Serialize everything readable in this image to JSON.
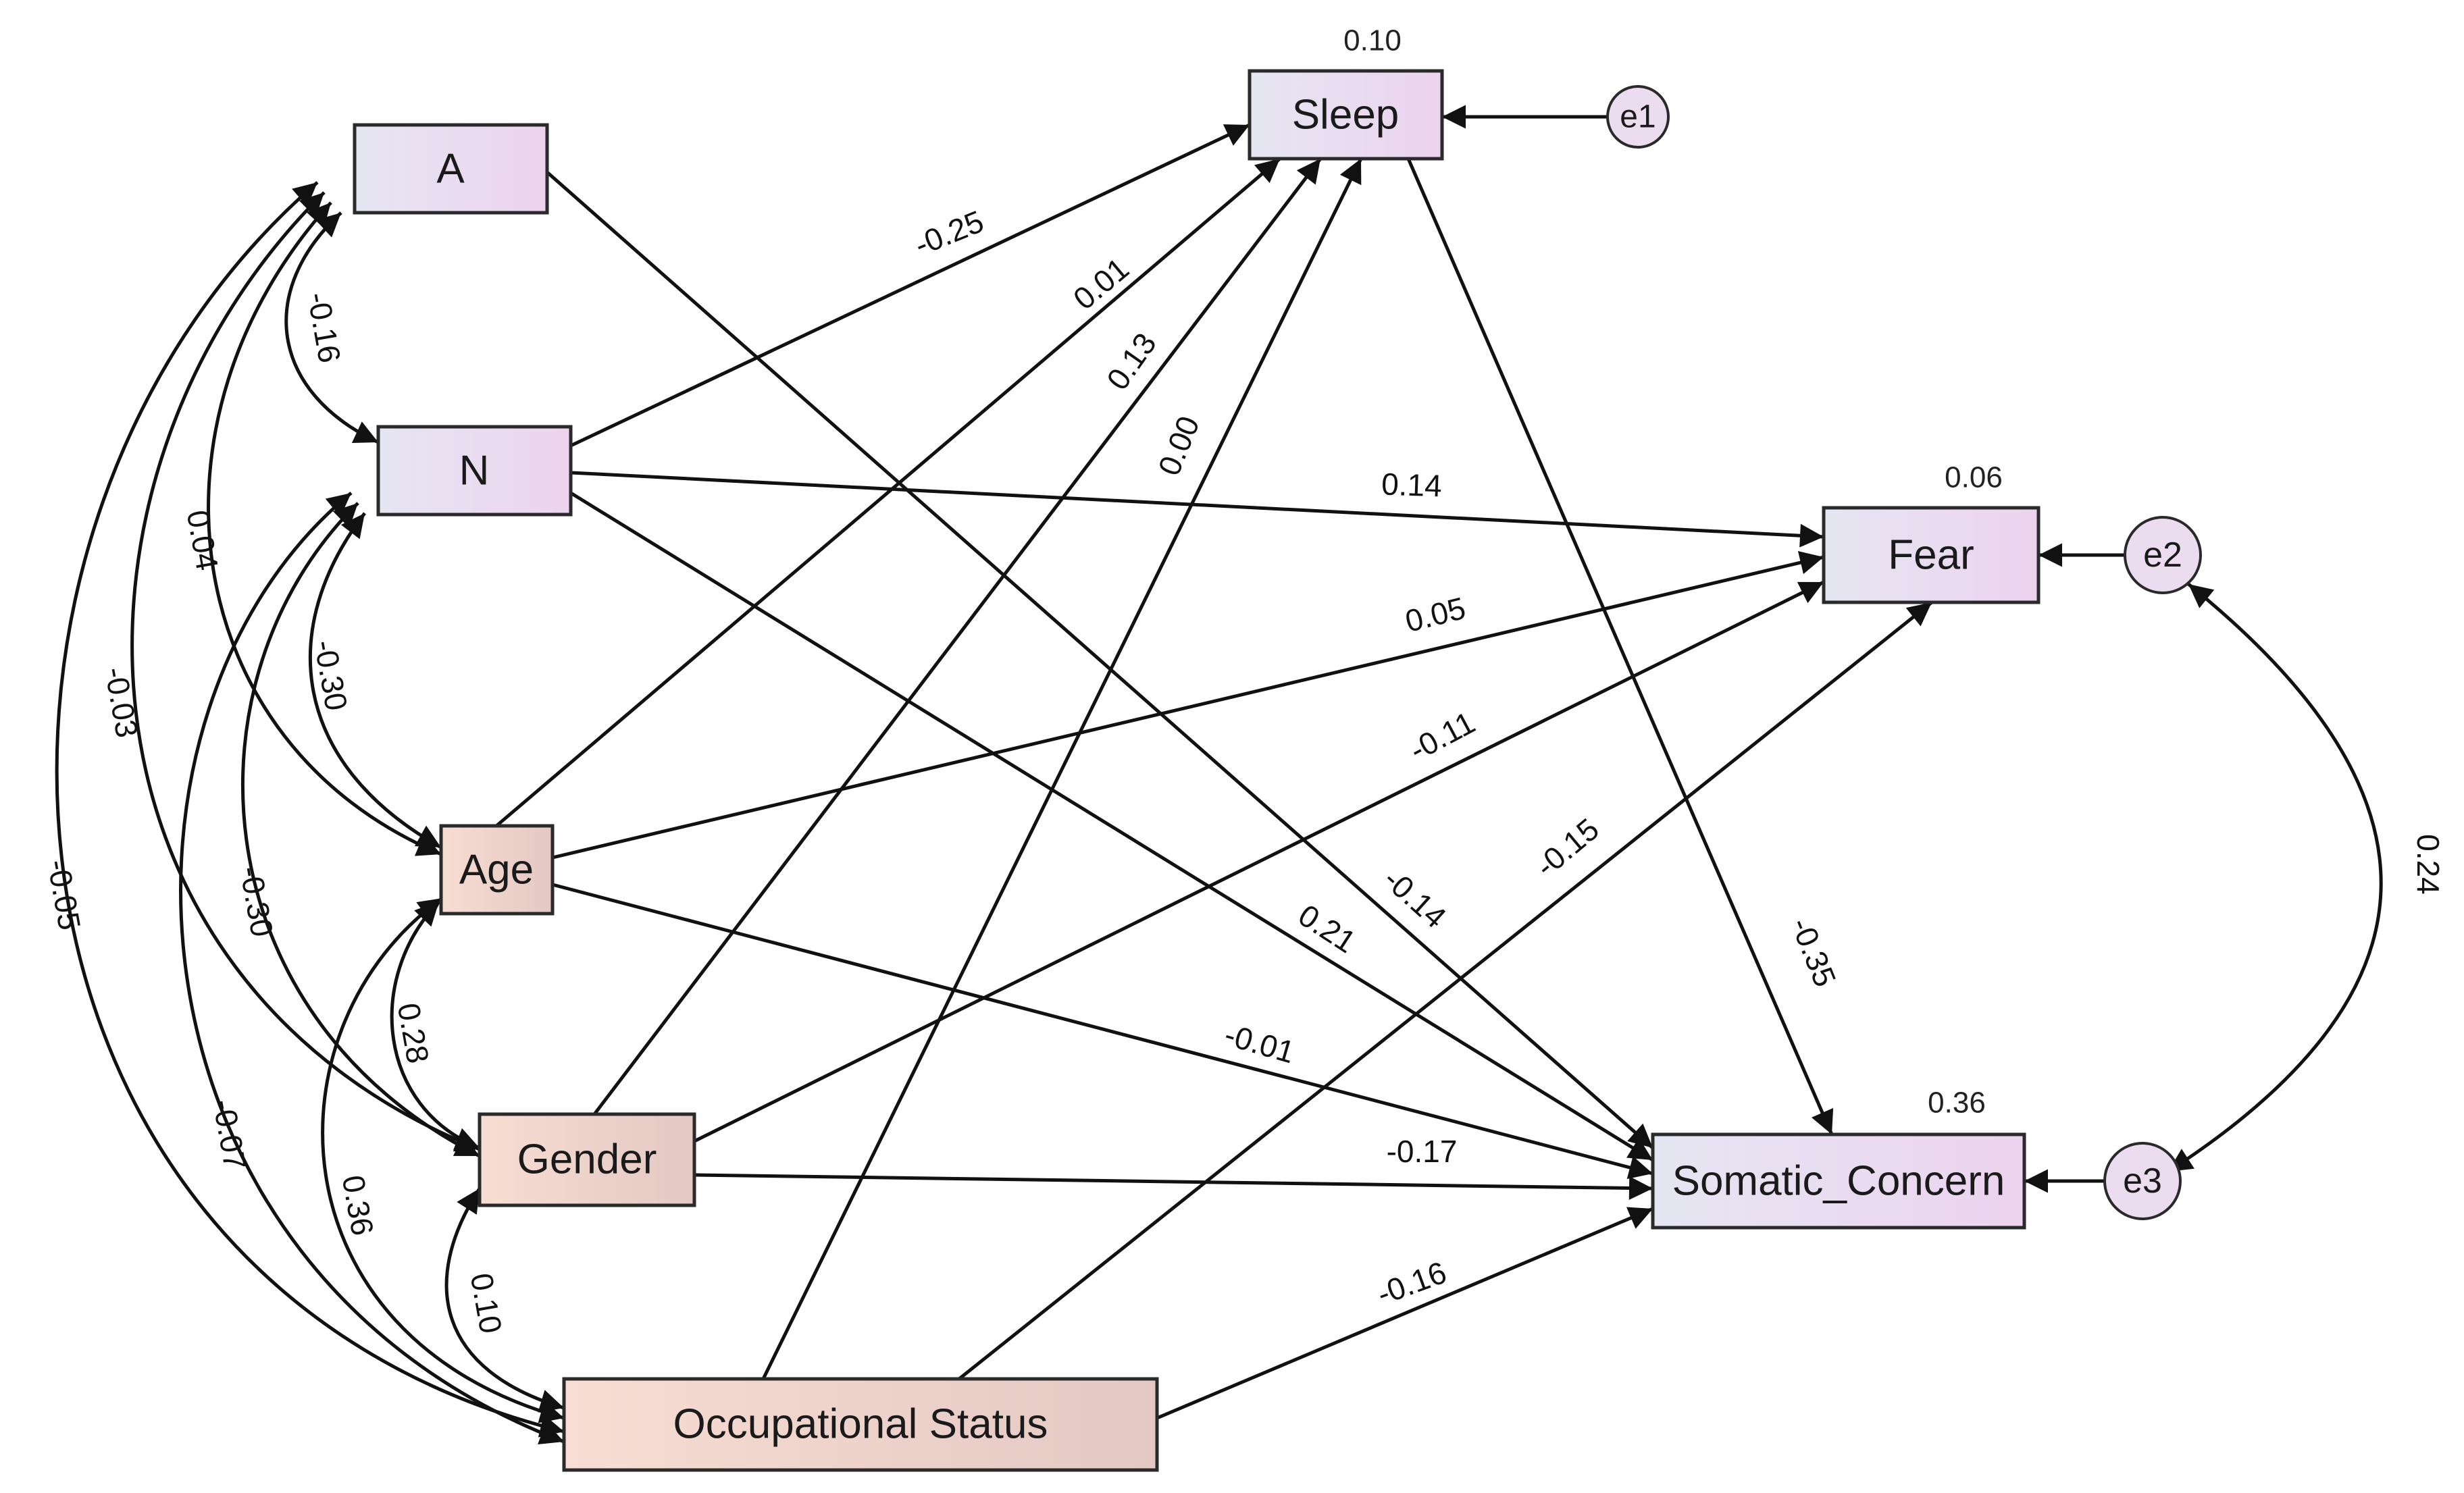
{
  "nodes": {
    "A": {
      "label": "A"
    },
    "N": {
      "label": "N"
    },
    "Age": {
      "label": "Age"
    },
    "Gender": {
      "label": "Gender"
    },
    "Occ": {
      "label": "Occupational Status"
    },
    "Sleep": {
      "label": "Sleep",
      "r2": "0.10"
    },
    "Fear": {
      "label": "Fear",
      "r2": "0.06"
    },
    "SC": {
      "label": "Somatic_Concern",
      "r2": "0.36"
    },
    "e1": {
      "label": "e1"
    },
    "e2": {
      "label": "e2"
    },
    "e3": {
      "label": "e3"
    }
  },
  "paths": [
    {
      "from": "N",
      "to": "Sleep",
      "coef": "-0.25"
    },
    {
      "from": "Age",
      "to": "Sleep",
      "coef": "0.01"
    },
    {
      "from": "Gender",
      "to": "Sleep",
      "coef": "0.13"
    },
    {
      "from": "Occ",
      "to": "Sleep",
      "coef": "0.00"
    },
    {
      "from": "N",
      "to": "Fear",
      "coef": "0.14"
    },
    {
      "from": "Age",
      "to": "Fear",
      "coef": "0.05"
    },
    {
      "from": "Gender",
      "to": "Fear",
      "coef": "-0.11"
    },
    {
      "from": "Occ",
      "to": "Fear",
      "coef": "-0.15"
    },
    {
      "from": "A",
      "to": "SC",
      "coef": "-0.14"
    },
    {
      "from": "N",
      "to": "SC",
      "coef": "0.21"
    },
    {
      "from": "Age",
      "to": "SC",
      "coef": "-0.01"
    },
    {
      "from": "Gender",
      "to": "SC",
      "coef": "-0.17"
    },
    {
      "from": "Occ",
      "to": "SC",
      "coef": "-0.16"
    },
    {
      "from": "Sleep",
      "to": "SC",
      "coef": "-0.35"
    },
    {
      "from": "e1",
      "to": "Sleep",
      "coef": ""
    },
    {
      "from": "e2",
      "to": "Fear",
      "coef": ""
    },
    {
      "from": "e3",
      "to": "SC",
      "coef": ""
    }
  ],
  "covariances": [
    {
      "a": "A",
      "b": "N",
      "coef": "-0.16"
    },
    {
      "a": "A",
      "b": "Age",
      "coef": "0.04"
    },
    {
      "a": "A",
      "b": "Gender",
      "coef": "-0.03"
    },
    {
      "a": "A",
      "b": "Occ",
      "coef": "-0.05"
    },
    {
      "a": "N",
      "b": "Age",
      "coef": "-0.30"
    },
    {
      "a": "N",
      "b": "Gender",
      "coef": "-0.30"
    },
    {
      "a": "N",
      "b": "Occ",
      "coef": "-0.07"
    },
    {
      "a": "Age",
      "b": "Gender",
      "coef": "0.28"
    },
    {
      "a": "Age",
      "b": "Occ",
      "coef": "0.36"
    },
    {
      "a": "Gender",
      "b": "Occ",
      "coef": "0.10"
    },
    {
      "a": "e2",
      "b": "e3",
      "coef": "0.24"
    }
  ],
  "colors": {
    "latent_fill_left": "#e6e6f2",
    "latent_fill_right": "#ecd3ef",
    "exo_fill_left": "#f7ddd2",
    "exo_fill_right": "#e4c8c4",
    "error_fill": "#ecdcf0",
    "line": "#111111"
  }
}
